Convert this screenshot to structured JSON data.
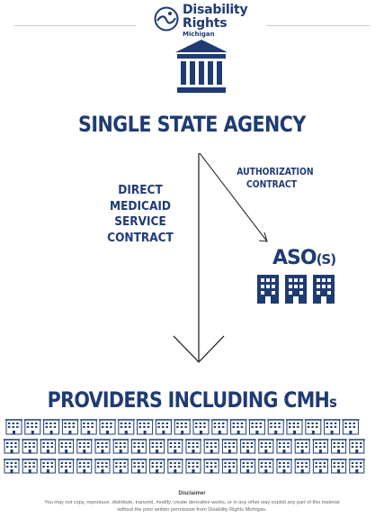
{
  "logo": {
    "line1": "Disability",
    "line2": "Rights",
    "line3": "Michigan"
  },
  "agency": {
    "title": "SINGLE STATE AGENCY",
    "icon": "bank-building-icon"
  },
  "direct_contract": {
    "lines": [
      "DIRECT",
      "MEDICAID",
      "SERVICE",
      "CONTRACT"
    ]
  },
  "authorization_contract": {
    "lines": [
      "AUTHORIZATION",
      "CONTRACT"
    ]
  },
  "aso": {
    "title": "ASO",
    "suffix": "(S)",
    "icon": "office-buildings-icon"
  },
  "providers": {
    "title": "PROVIDERS INCLUDING CMH",
    "suffix": "s",
    "icon": "small-building-icon"
  },
  "disclaimer": {
    "title": "Disclaimer",
    "text": "You may not copy, reproduce, distribute, transmit, modify, create derivative works, or in any other way exploit any part of this material without the prior written permission from Disability Rights Michigan."
  },
  "colors": {
    "brand": "#1f3b73",
    "arrow": "#2b2b2b",
    "rule": "#c9c9c9"
  }
}
